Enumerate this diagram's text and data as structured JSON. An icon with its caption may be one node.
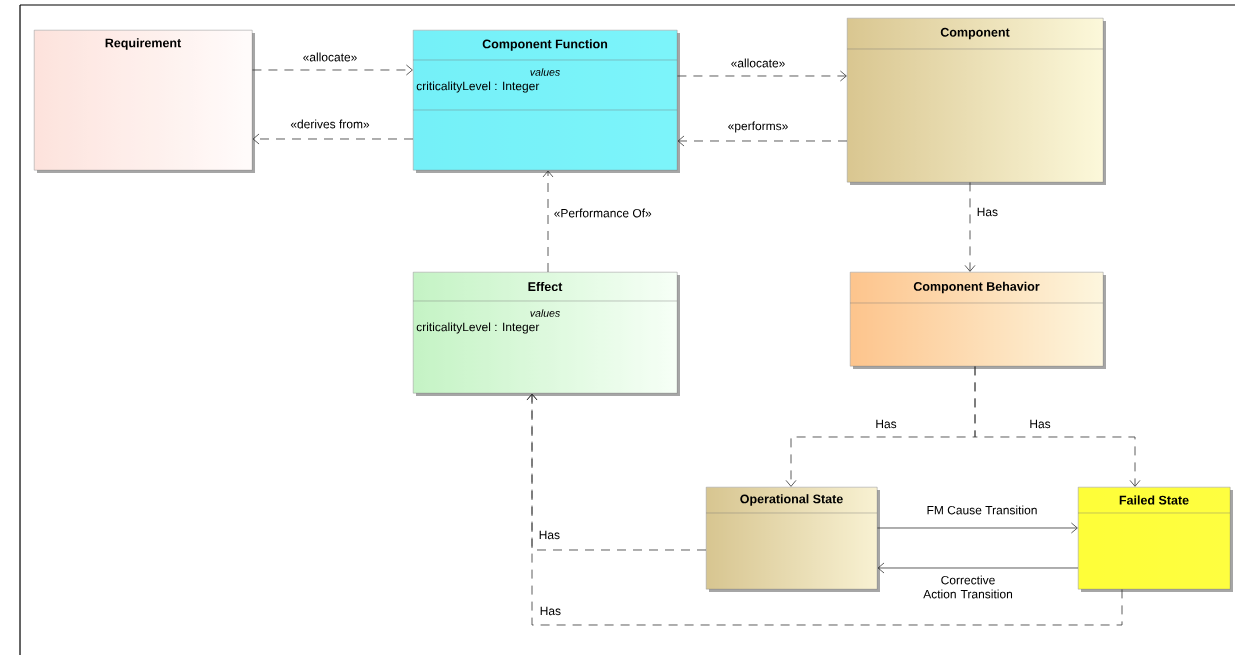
{
  "diagram": {
    "nodes": [
      {
        "text": [
          "Requirement"
        ]
      },
      {
        "text": [
          "Component Function",
          "values",
          "criticalityLevel : Integer"
        ]
      },
      {
        "text": [
          "Component"
        ]
      },
      {
        "text": [
          "Effect",
          "values",
          "criticalityLevel : Integer"
        ]
      },
      {
        "text": [
          "Component Behavior"
        ]
      },
      {
        "text": [
          "Operational State"
        ]
      },
      {
        "text": [
          "Failed State"
        ]
      }
    ],
    "edges": [
      {
        "from": 0,
        "to": 1,
        "arrow": "to",
        "label": "«allocate»",
        "style": "dashed"
      },
      {
        "from": 1,
        "to": 0,
        "arrow": "to",
        "label": "«derives from»",
        "style": "dashed"
      },
      {
        "from": 1,
        "to": 2,
        "arrow": "to",
        "label": "«allocate»",
        "style": "dashed"
      },
      {
        "from": 2,
        "to": 1,
        "arrow": "to",
        "label": "«performs»",
        "style": "dashed"
      },
      {
        "from": 3,
        "to": 1,
        "arrow": "to",
        "label": "«Performance Of»",
        "style": "dashed"
      },
      {
        "from": 2,
        "to": 4,
        "arrow": "to",
        "label": "Has",
        "style": "dashed"
      },
      {
        "from": 4,
        "to": 5,
        "arrow": "to",
        "label": "Has",
        "style": "dashed"
      },
      {
        "from": 4,
        "to": 6,
        "arrow": "to",
        "label": "Has",
        "style": "dashed"
      },
      {
        "from": 5,
        "to": 3,
        "arrow": "to",
        "label": "Has",
        "style": "dashed"
      },
      {
        "from": 6,
        "to": 3,
        "arrow": "to",
        "label": "Has",
        "style": "dashed"
      },
      {
        "from": 5,
        "to": 6,
        "arrow": "to",
        "label": "FM Cause Transition"
      },
      {
        "from": 6,
        "to": 5,
        "arrow": "to",
        "label": "Corrective Action Transition"
      }
    ]
  }
}
